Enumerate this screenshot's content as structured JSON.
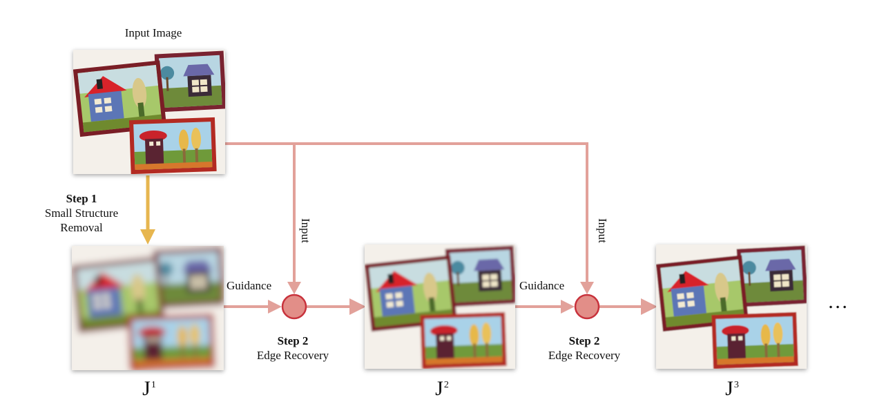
{
  "title": "Input Image",
  "step1": {
    "title": "Step 1",
    "line1": "Small Structure",
    "line2": "Removal"
  },
  "step2": {
    "title": "Step 2",
    "subtitle": "Edge Recovery"
  },
  "guidance": "Guidance",
  "input": "Input",
  "outputs": [
    {
      "base": "J",
      "sup": "1"
    },
    {
      "base": "J",
      "sup": "2"
    },
    {
      "base": "J",
      "sup": "3"
    }
  ],
  "ellipsis": "…",
  "colors": {
    "pink_arrow": "#e2a19a",
    "yellow_arrow": "#e7b64f",
    "node_fill": "#e28e88",
    "node_stroke": "#c8323c"
  }
}
